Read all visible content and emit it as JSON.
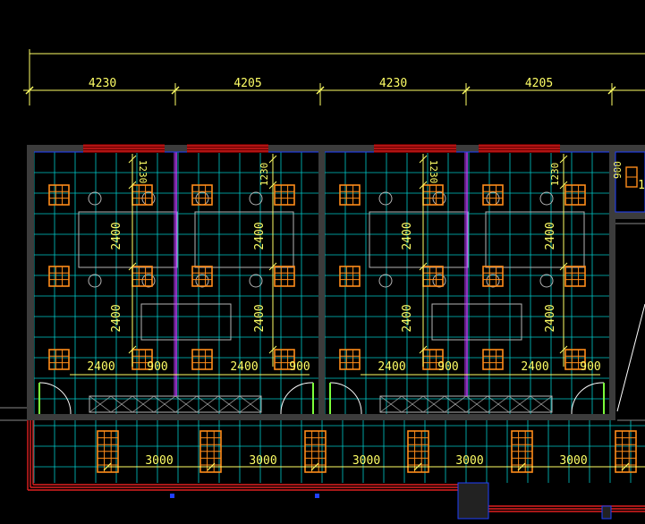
{
  "top_dimensions": [
    "4230",
    "4205",
    "4230",
    "4205"
  ],
  "room_dimensions": {
    "top_offset": "1230",
    "grid_span": "2400",
    "width_span": "2400",
    "door_span": "900"
  },
  "corridor_dimensions": [
    "3000",
    "3000",
    "3000",
    "3000",
    "3000"
  ],
  "right_edge": {
    "dimension": "900",
    "label_fragment": "1"
  },
  "colors": {
    "background": "#000000",
    "wall": "#3c3c3c",
    "grid": "#00c8c8",
    "light_fixture": "#ff8c1a",
    "dimension": "#ffff66",
    "window": "#e02020",
    "furniture": "#b4b4b4",
    "partition": "#c040ff",
    "door": "#ffffff"
  }
}
